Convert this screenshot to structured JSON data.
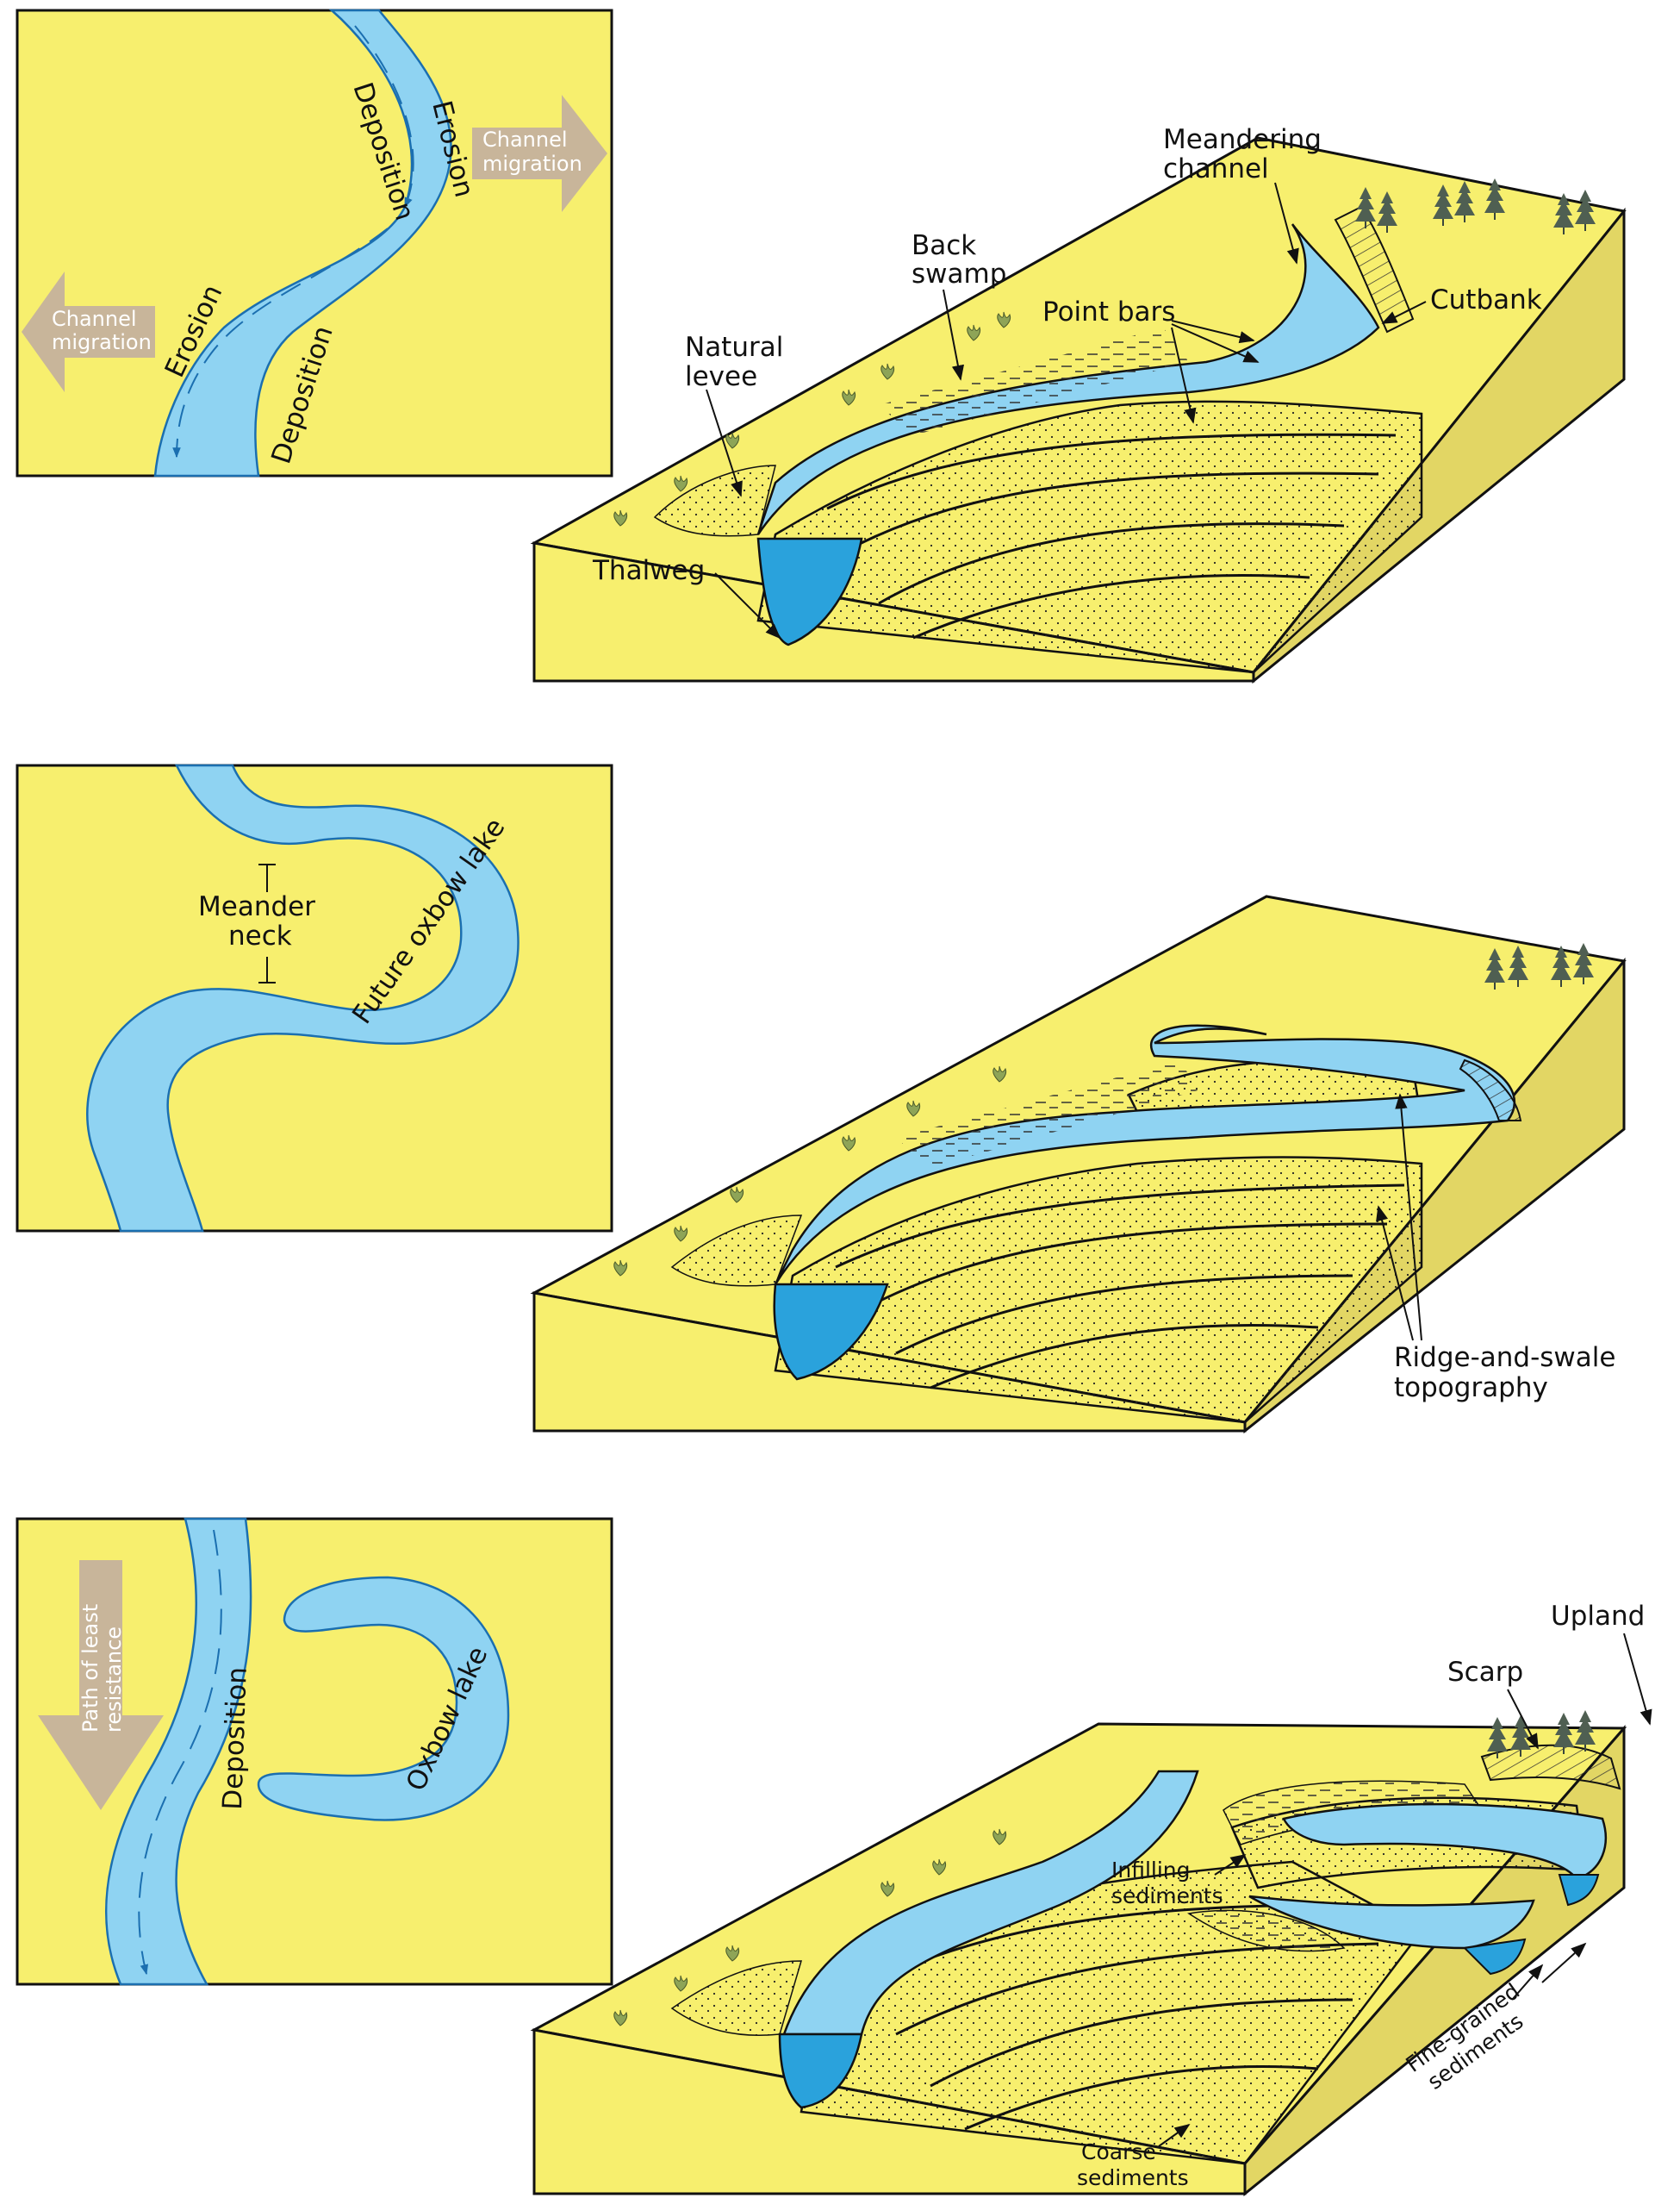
{
  "colors": {
    "land": "#f7ef6e",
    "land_dark": "#e2d664",
    "water": "#8fd3f2",
    "water_deep": "#2aa2dc",
    "stroke": "#111111",
    "arrow_fill": "#c8b59a",
    "tree": "#4f5f52",
    "shrub": "#8ea457"
  },
  "panel1": {
    "map_labels": {
      "deposition_upper": "Deposition",
      "erosion_upper": "Erosion",
      "erosion_lower": "Erosion",
      "deposition_lower": "Deposition"
    },
    "migration_right": [
      "Channel",
      "migration"
    ],
    "migration_left": [
      "Channel",
      "migration"
    ],
    "block_labels": {
      "meandering_channel": [
        "Meandering",
        "channel"
      ],
      "back_swamp": [
        "Back",
        "swamp"
      ],
      "point_bars": "Point bars",
      "cutbank": "Cutbank",
      "natural_levee": [
        "Natural",
        "levee"
      ],
      "thalweg": "Thalweg"
    }
  },
  "panel2": {
    "map_labels": {
      "meander_neck": [
        "Meander",
        "neck"
      ],
      "future_oxbow_lake": "Future oxbow lake"
    },
    "block_labels": {
      "ridge_and_swale": [
        "Ridge-and-swale",
        "topography"
      ]
    }
  },
  "panel3": {
    "map_labels": {
      "path_of_least_resistance": [
        "Path of least",
        "resistance"
      ],
      "deposition": "Deposition",
      "oxbow_lake": "Oxbow lake"
    },
    "block_labels": {
      "upland": "Upland",
      "scarp": "Scarp",
      "infilling_sediments": [
        "Infilling",
        "sediments"
      ],
      "fine_grained_sediments": [
        "Fine-grained",
        "sediments"
      ],
      "coarse_sediments": [
        "Coarse",
        "sediments"
      ]
    }
  }
}
